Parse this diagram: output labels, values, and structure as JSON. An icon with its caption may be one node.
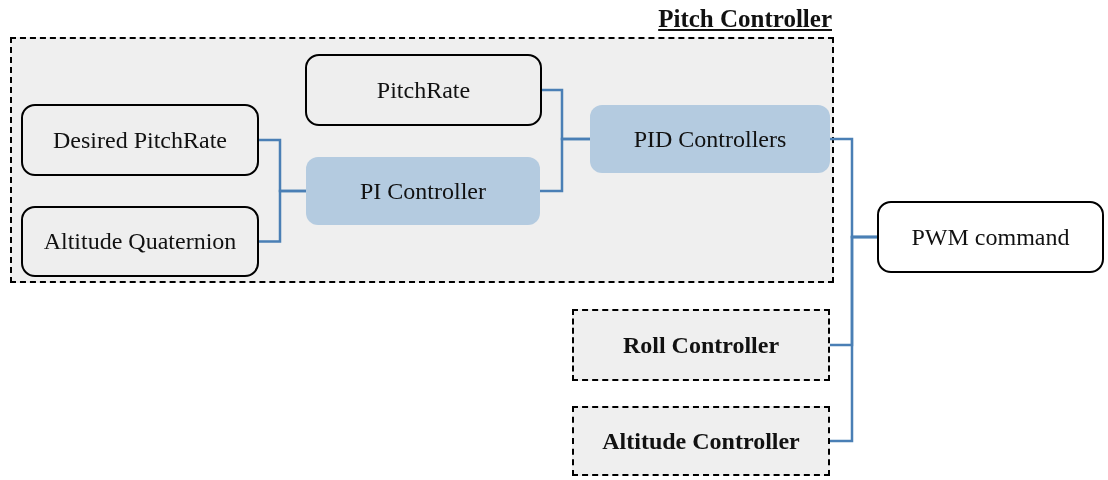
{
  "diagram": {
    "nodes": [
      {
        "text": [
          "Pitch Controller"
        ]
      },
      {
        "text": [
          "Desired PitchRate"
        ],
        "in": 0
      },
      {
        "text": [
          "Altitude Quaternion"
        ],
        "in": 0
      },
      {
        "text": [
          "PitchRate"
        ],
        "in": 0
      },
      {
        "text": [
          "PI Controller"
        ],
        "in": 0
      },
      {
        "text": [
          "PID Controllers"
        ],
        "in": 0
      },
      {
        "text": [
          "PWM command"
        ]
      },
      {
        "text": [
          "Roll Controller"
        ]
      },
      {
        "text": [
          "Altitude Controller"
        ]
      }
    ],
    "edges": [
      {
        "from": 1,
        "to": 4,
        "arrow": "none"
      },
      {
        "from": 2,
        "to": 4,
        "arrow": "none"
      },
      {
        "from": 3,
        "to": 5,
        "arrow": "none"
      },
      {
        "from": 4,
        "to": 5,
        "arrow": "none"
      },
      {
        "from": 5,
        "to": 6,
        "arrow": "none"
      },
      {
        "from": 7,
        "to": 6,
        "arrow": "none"
      },
      {
        "from": 8,
        "to": 6,
        "arrow": "none"
      }
    ]
  }
}
